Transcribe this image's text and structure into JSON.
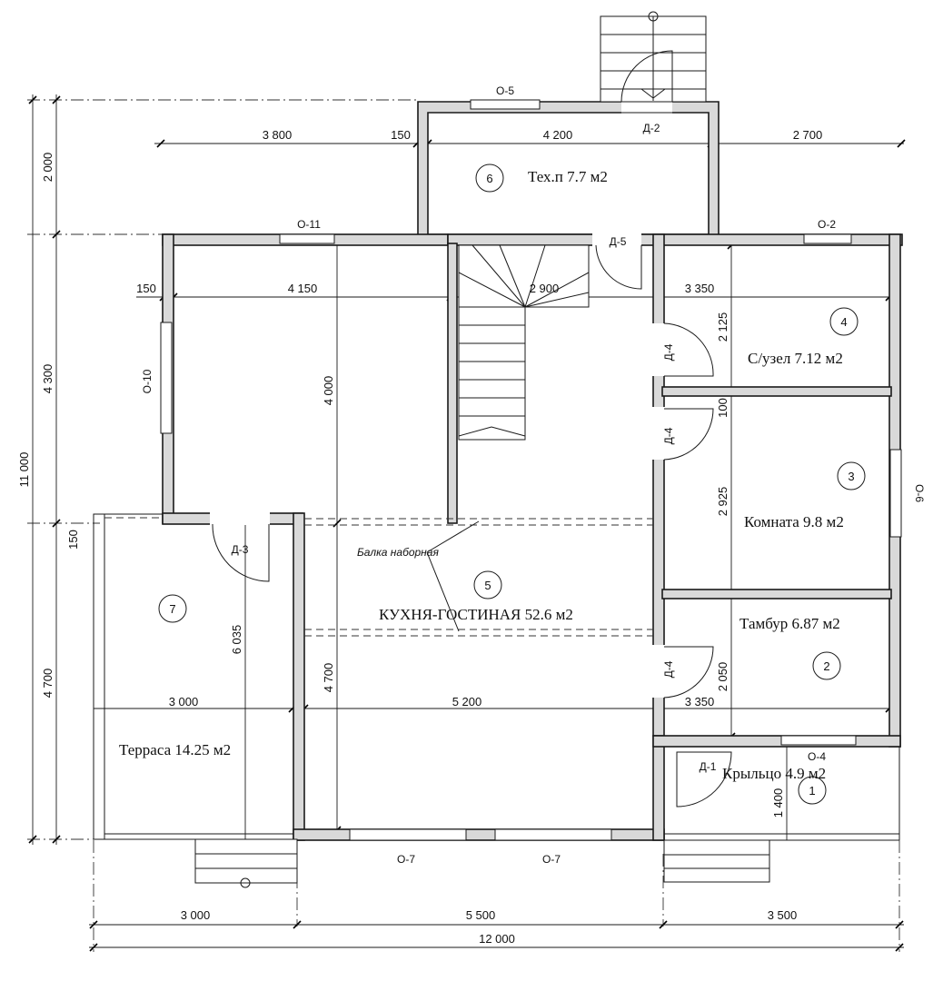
{
  "rooms": [
    {
      "num": "1",
      "label": "Крыльцо 4.9 м2"
    },
    {
      "num": "2",
      "label": "Тамбур 6.87 м2"
    },
    {
      "num": "3",
      "label": "Комната 9.8 м2"
    },
    {
      "num": "4",
      "label": "С/узел 7.12 м2"
    },
    {
      "num": "5",
      "label": "КУХНЯ-ГОСТИНАЯ 52.6 м2"
    },
    {
      "num": "6",
      "label": "Тех.п 7.7 м2"
    },
    {
      "num": "7",
      "label": "Терраса 14.25 м2"
    }
  ],
  "openings": {
    "windows": [
      "О-5",
      "О-11",
      "О-2",
      "О-10",
      "О-6",
      "О-4",
      "О-7",
      "О-7"
    ],
    "doors": [
      "Д-2",
      "Д-5",
      "Д-4",
      "Д-4",
      "Д-4",
      "Д-3",
      "Д-1"
    ]
  },
  "beam_label": "Балка наборная",
  "dimensions": {
    "top_row": [
      "3 800",
      "150",
      "4 200",
      "2 700"
    ],
    "second_row": [
      "150",
      "4 150",
      "2 900",
      "3 350"
    ],
    "interior": [
      "4 000",
      "2 125",
      "100",
      "2 925",
      "2 050",
      "3 350",
      "6 035",
      "4 700",
      "1 400"
    ],
    "middle_row": [
      "3 000",
      "5 200"
    ],
    "left_side": [
      "2 000",
      "4 300",
      "11 000",
      "150",
      "4 700"
    ],
    "bottom_row": [
      "3 000",
      "5 500",
      "3 500"
    ],
    "total": "12 000"
  }
}
